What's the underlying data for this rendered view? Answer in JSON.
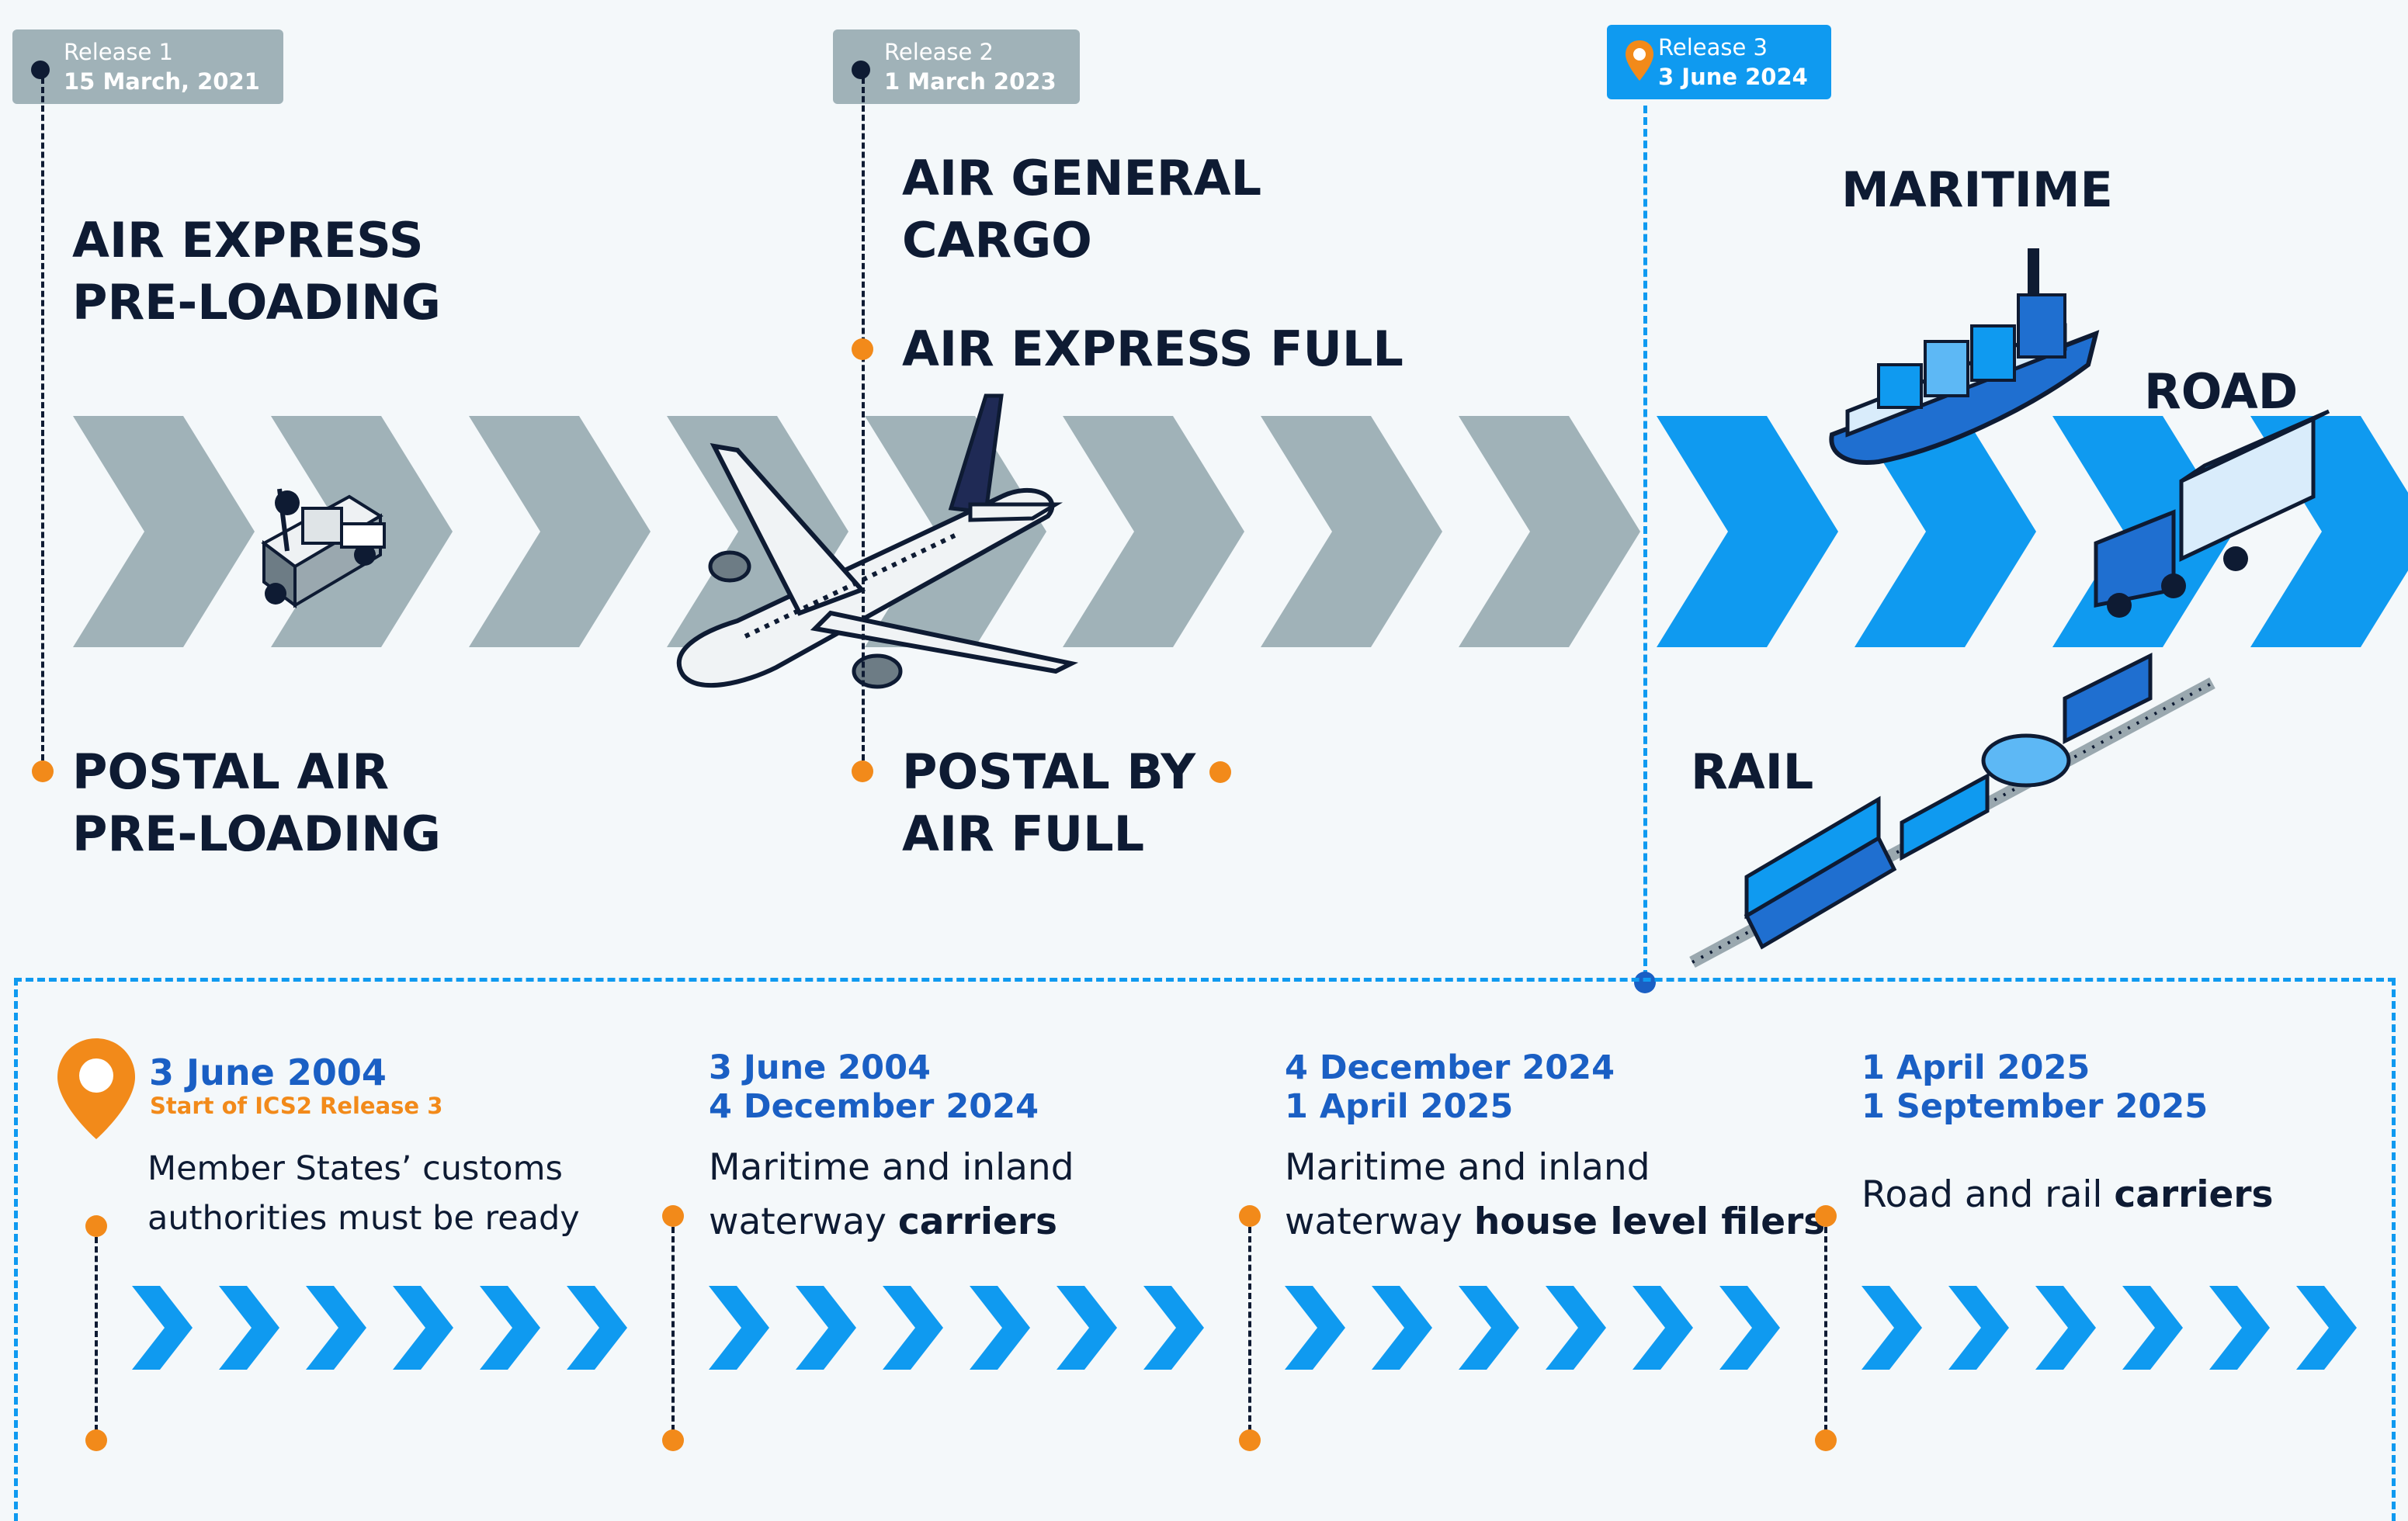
{
  "colors": {
    "dark": "#0e1b33",
    "grey": "#a0b2b8",
    "blue": "#0f9af0",
    "orange": "#f28a1a",
    "date_blue": "#1a5fc4"
  },
  "releases": [
    {
      "label": "Release 1",
      "date": "15 March, 2021"
    },
    {
      "label": "Release 2",
      "date": "1 March 2023"
    },
    {
      "label": "Release 3",
      "date": "3 June 2024"
    }
  ],
  "categories": {
    "air_express_pre_1": "AIR EXPRESS",
    "air_express_pre_2": "PRE-LOADING",
    "postal_air_pre_1": "POSTAL AIR",
    "postal_air_pre_2": "PRE-LOADING",
    "air_general_cargo_1": "AIR GENERAL",
    "air_general_cargo_2": "CARGO",
    "air_express_full": "AIR EXPRESS FULL",
    "postal_by_air_1": "POSTAL BY",
    "postal_by_air_2": "AIR FULL",
    "maritime": "MARITIME",
    "road": "ROAD",
    "rail": "RAIL"
  },
  "phases": [
    {
      "date1": "3 June 2004",
      "subtitle": "Start of ICS2 Release 3",
      "line1": "Member States’ customs",
      "line2": "authorities must be ready"
    },
    {
      "date1": "3 June 2004",
      "date2": "4 December 2024",
      "line1": "Maritime and inland",
      "line2_pre": "waterway ",
      "line2_bold": "carriers"
    },
    {
      "date1": "4 December 2024",
      "date2": "1 April 2025",
      "line1": "Maritime and inland",
      "line2_pre": "waterway ",
      "line2_bold": "house level filers"
    },
    {
      "date1": "1 April 2025",
      "date2": "1 September 2025",
      "line1_pre": "Road and rail ",
      "line1_bold": "carriers"
    }
  ]
}
